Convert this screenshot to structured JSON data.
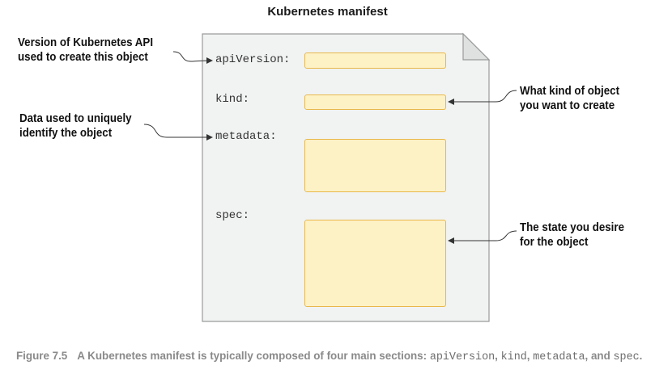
{
  "title": "Kubernetes manifest",
  "fields": [
    {
      "id": "apiVersion",
      "label": "apiVersion:"
    },
    {
      "id": "kind",
      "label": "kind:"
    },
    {
      "id": "metadata",
      "label": "metadata:"
    },
    {
      "id": "spec",
      "label": "spec:"
    }
  ],
  "callouts": {
    "apiVersion": [
      "Version of Kubernetes API",
      "used to create this object"
    ],
    "kind": [
      "What kind of object",
      "you want to create"
    ],
    "metadata": [
      "Data used to uniquely",
      "identify the object"
    ],
    "spec": [
      "The state you desire",
      "for the object"
    ]
  },
  "caption": {
    "number": "Figure 7.5",
    "text_before": "A Kubernetes manifest is typically composed of four main sections: ",
    "code1": "apiVersion",
    "sep1": ", ",
    "code2": "kind",
    "sep2": ", ",
    "code3": "metadata",
    "sep3": ", and ",
    "code4": "spec",
    "end": "."
  },
  "colors": {
    "page_fill": "#f1f3f2",
    "page_stroke": "#9a9a9a",
    "field_fill": "#fdf1c6",
    "field_stroke": "#e8b84a",
    "arrow": "#333333"
  }
}
